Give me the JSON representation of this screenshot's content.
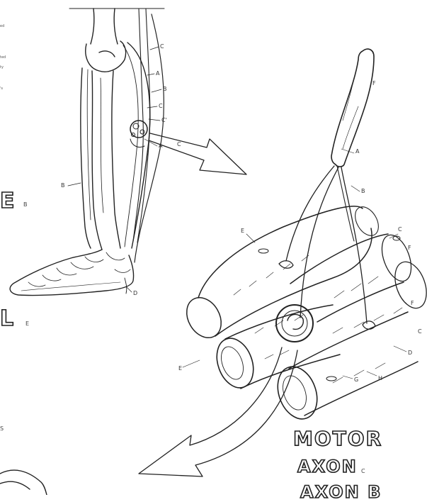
{
  "side_letters": {
    "e": "E",
    "e_sub": "B",
    "l": "L",
    "l_sub": "E",
    "bottom_sub": "S"
  },
  "fragment_text": {
    "line1": "ed",
    "line2": "ted",
    "line3": "ty",
    "line4": "'s"
  },
  "leg_labels": [
    "C",
    "A",
    "B",
    "C",
    "C'",
    "A",
    "C",
    "B",
    "D"
  ],
  "bundle_labels": [
    "A",
    "B",
    "E",
    "F",
    "F",
    "C",
    "C",
    "D",
    "H",
    "G",
    "E",
    "F"
  ],
  "titles": {
    "motor": "MOTOR",
    "axon_c": "AXON",
    "axon_c_sub": "C",
    "axon_b": "AXON B"
  }
}
